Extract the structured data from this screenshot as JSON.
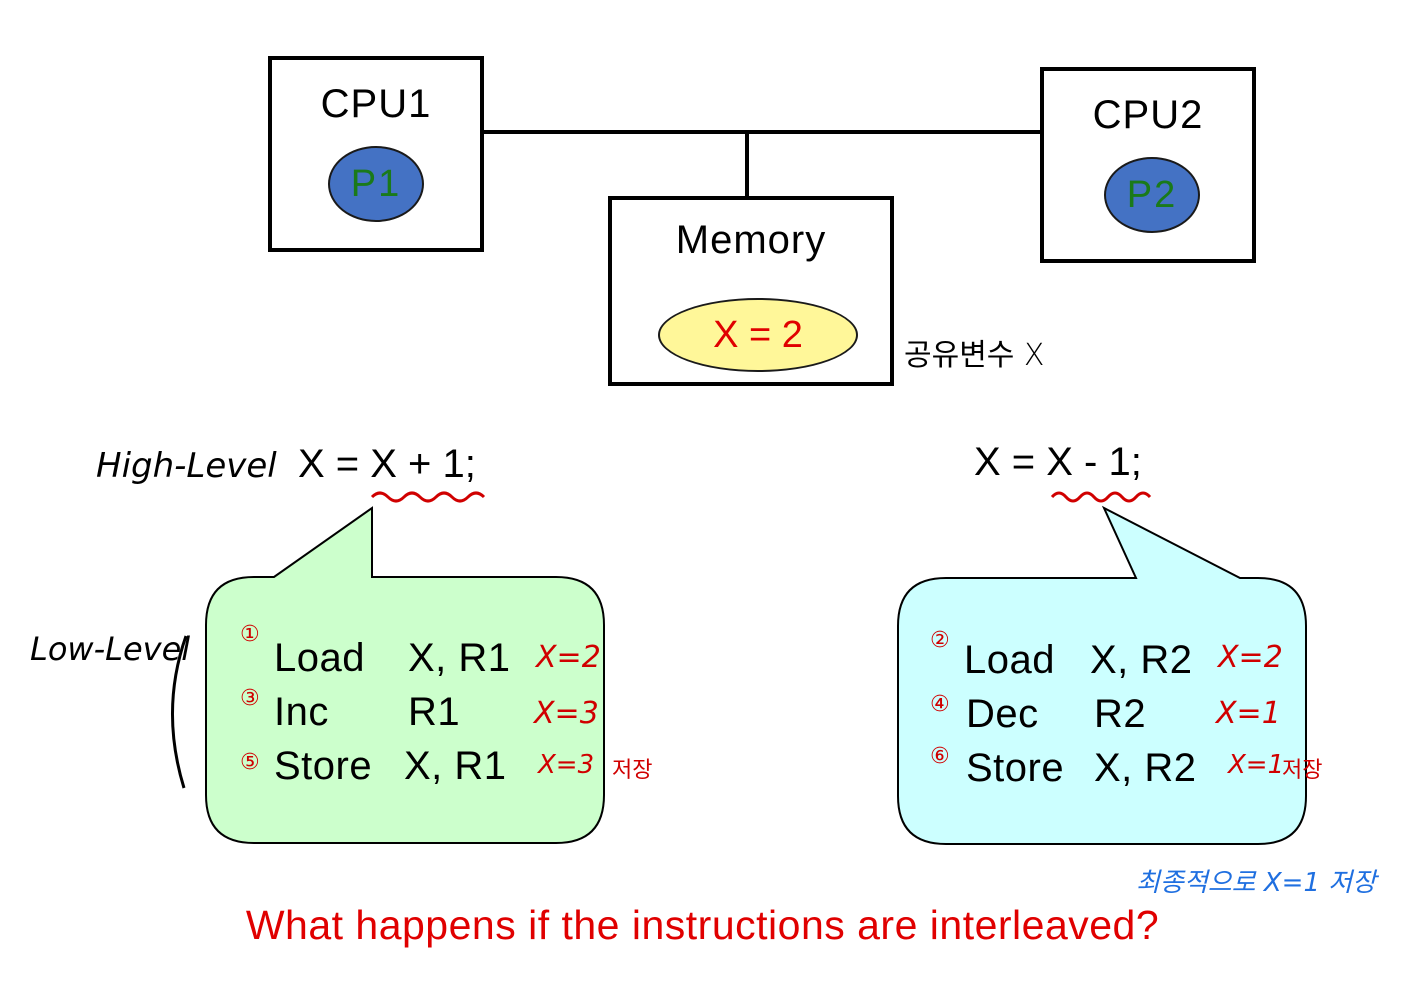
{
  "cpu1": {
    "label": "CPU1",
    "process": "P1"
  },
  "cpu2": {
    "label": "CPU2",
    "process": "P2"
  },
  "memory": {
    "label": "Memory",
    "variable": "X = 2"
  },
  "shared_variable_note": "공유변수 X",
  "high_level_label": "High-Level",
  "low_level_label": "Low-Level",
  "left_code": "X = X + 1;",
  "right_code": "X = X - 1;",
  "left_instructions": [
    {
      "step": "①",
      "op": "Load",
      "args": "X, R1",
      "note": "X=2",
      "note_extra": ""
    },
    {
      "step": "③",
      "op": "Inc",
      "args": "R1",
      "note": "X=3",
      "note_extra": ""
    },
    {
      "step": "⑤",
      "op": "Store",
      "args": "X, R1",
      "note": "X=3",
      "note_extra": "저장"
    }
  ],
  "right_instructions": [
    {
      "step": "②",
      "op": "Load",
      "args": "X, R2",
      "note": "X=2",
      "note_extra": ""
    },
    {
      "step": "④",
      "op": "Dec",
      "args": "R2",
      "note": "X=1",
      "note_extra": ""
    },
    {
      "step": "⑥",
      "op": "Store",
      "args": "X, R2",
      "note": "X=1",
      "note_extra": "저장"
    }
  ],
  "final_note": "최종적으로 X=1 저장",
  "question": "What happens if the instructions are interleaved?",
  "colors": {
    "process_fill": "#4472c4",
    "process_text": "#1a7a1a",
    "variable_fill": "#fff799",
    "left_bubble": "#ccffcc",
    "right_bubble": "#ccffff",
    "annotation_red": "#d00000",
    "annotation_blue": "#1f6fe0",
    "question_red": "#e00000"
  }
}
